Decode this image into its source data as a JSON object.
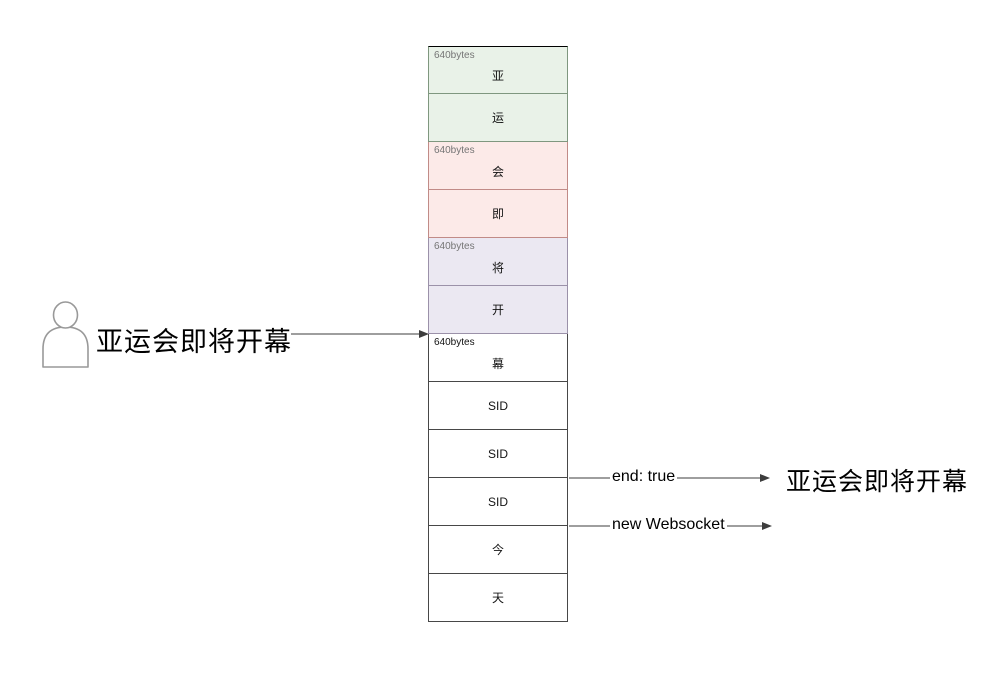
{
  "sender": {
    "message": "亚运会即将开幕"
  },
  "stack": {
    "cells": [
      {
        "char": "亚",
        "size_label": "640bytes",
        "color": "green"
      },
      {
        "char": "运",
        "color": "green"
      },
      {
        "char": "会",
        "size_label": "640bytes",
        "color": "pink"
      },
      {
        "char": "即",
        "color": "pink"
      },
      {
        "char": "将",
        "size_label": "640bytes",
        "color": "purple"
      },
      {
        "char": "开",
        "color": "purple"
      },
      {
        "char": "幕",
        "size_label": "640bytes",
        "color": "white"
      },
      {
        "char": "SID",
        "color": "white"
      },
      {
        "char": "SID",
        "color": "white"
      },
      {
        "char": "SID",
        "color": "white"
      },
      {
        "char": "今",
        "color": "white"
      },
      {
        "char": "天",
        "color": "white"
      }
    ]
  },
  "outputs": {
    "end_label": "end: true",
    "result_message": "亚运会即将开幕",
    "websocket_label": "new Websocket"
  },
  "colors": {
    "green_fill": "#e9f2e8",
    "green_stroke": "#7f977f",
    "pink_fill": "#fceae8",
    "pink_stroke": "#c18b87",
    "purple_fill": "#ebe8f2",
    "purple_stroke": "#9b91a9",
    "white_cell_stroke": "#474747",
    "arrow_line": "#3d3d3d",
    "person_stroke": "#999999",
    "size_label_gray": "#757575"
  }
}
